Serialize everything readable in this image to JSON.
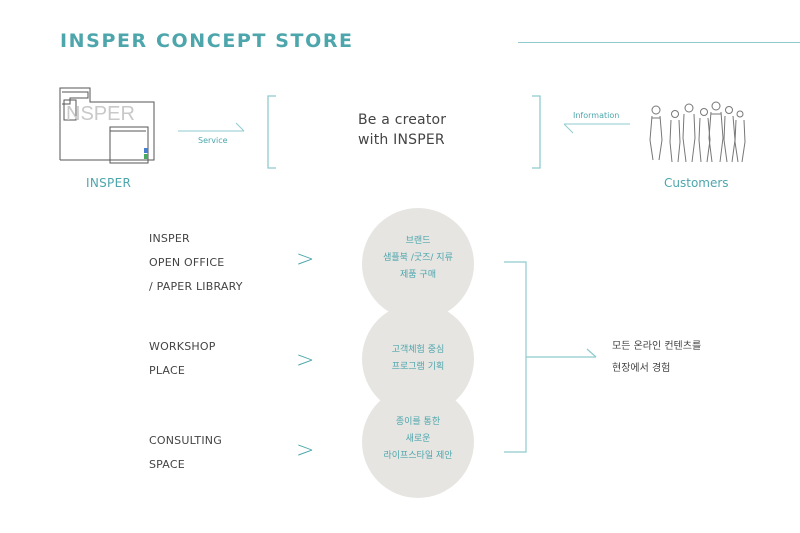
{
  "header": {
    "title": "INSPER CONCEPT STORE"
  },
  "flow": {
    "insper_label": "INSPER",
    "customers_label": "Customers",
    "service_label": "Service",
    "information_label": "Information",
    "slogan_lines": [
      "Be a creator",
      "with INSPER"
    ],
    "logo_text": "NSPER"
  },
  "spaces": [
    {
      "label_lines": [
        "INSPER",
        "OPEN OFFICE",
        "/ PAPER LIBRARY"
      ],
      "chevron": ">",
      "circle_lines": [
        "브랜드",
        "샘플북 /굿즈/ 지류",
        "제품 구매"
      ]
    },
    {
      "label_lines": [
        "WORKSHOP",
        "PLACE"
      ],
      "chevron": ">",
      "circle_lines": [
        "고객체험 중심",
        "프로그램 기획"
      ]
    },
    {
      "label_lines": [
        "CONSULTING",
        "SPACE"
      ],
      "chevron": ">",
      "circle_lines": [
        "종이를 통한",
        "새로운",
        "라이프스타일 제안"
      ]
    }
  ],
  "result": {
    "lines": [
      "모든 온라인 컨텐츠를",
      "현장에서 경험"
    ]
  },
  "colors": {
    "accent": "#4da6ac",
    "circle_fill": "#e6e5e2",
    "text": "#444444"
  }
}
